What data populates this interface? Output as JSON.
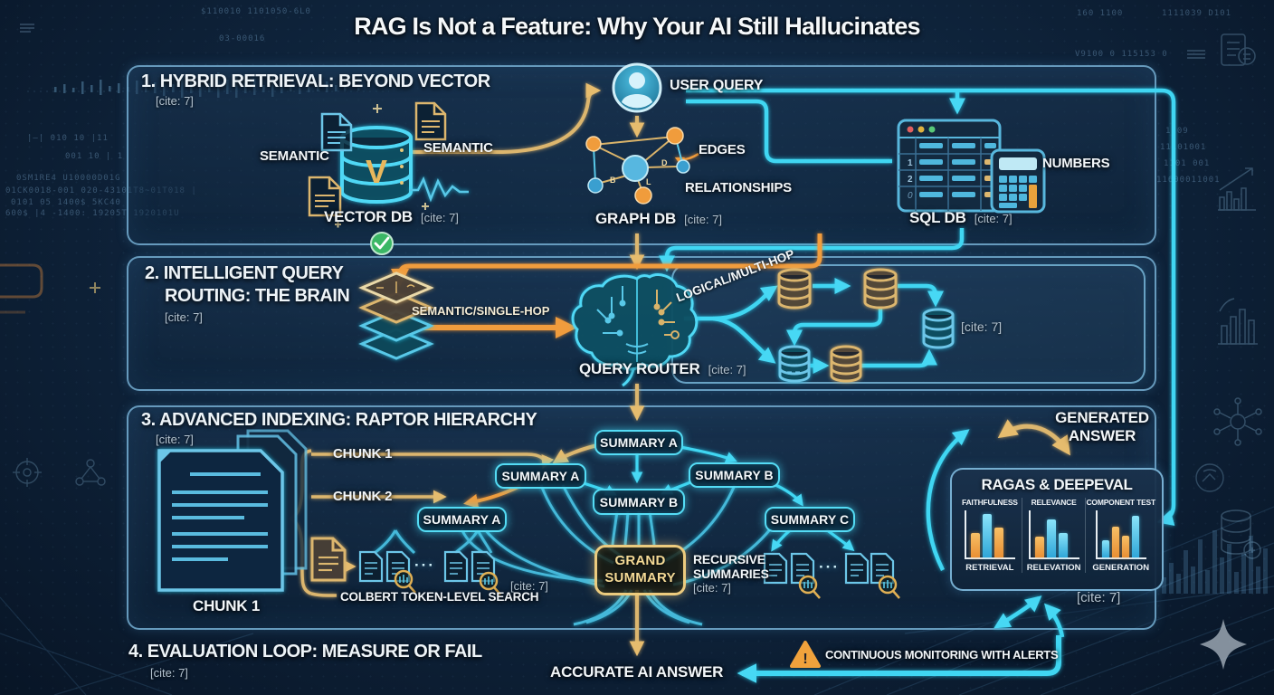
{
  "title": "RAG Is Not a Feature: Why Your AI Still Hallucinates",
  "common": {
    "cite": "[cite: 7]"
  },
  "sections": {
    "s1_heading": "1. HYBRID RETRIEVAL: BEYOND VECTOR",
    "s2_heading_line1": "2. INTELLIGENT QUERY",
    "s2_heading_line2": "ROUTING: THE BRAIN",
    "s3_heading": "3. ADVANCED INDEXING: RAPTOR HIERARCHY",
    "s4_heading": "4. EVALUATION LOOP: MEASURE OR FAIL"
  },
  "retrieval": {
    "semantic_left": "SEMANTIC",
    "semantic_right": "SEMANTIC",
    "vector_db": "VECTOR DB",
    "vector_letter": "V",
    "user_query": "USER QUERY",
    "edges": "EDGES",
    "relationships": "RELATIONSHIPS",
    "graph_db": "GRAPH DB",
    "edge_d": "D",
    "edge_b": "B",
    "edge_l": "L",
    "sql_db": "SQL DB",
    "numbers": "NUMBERS",
    "row_1": "1",
    "row_2": "2",
    "row_0": "0"
  },
  "routing": {
    "semantic_hop": "SEMANTIC/SINGLE-HOP",
    "logical_hop": "LOGICAL/MULTI-HOP",
    "query_router": "QUERY ROUTER"
  },
  "indexing": {
    "chunk1": "CHUNK 1",
    "chunk2": "CHUNK 2",
    "chunk_stack": "CHUNK 1",
    "summary_a": "SUMMARY A",
    "summary_b": "SUMMARY B",
    "summary_c": "SUMMARY C",
    "grand_line1": "GRAND",
    "grand_line2": "SUMMARY",
    "recursive_line1": "RECURSIVE",
    "recursive_line2": "SUMMARIES",
    "colbert": "COLBERT TOKEN-LEVEL SEARCH",
    "ellipsis": "···"
  },
  "evaluation": {
    "generated_line1": "GENERATED",
    "generated_line2": "ANSWER",
    "accurate": "ACCURATE AI ANSWER",
    "monitoring": "CONTINUOUS MONITORING WITH ALERTS",
    "warning_mark": "!"
  },
  "ragas_panel": {
    "title": "RAGAS & DEEPEVAL",
    "charts": [
      {
        "top": "FAITHFULNESS",
        "bottom": "RETRIEVAL",
        "bars": [
          {
            "c": "orange",
            "v": 52
          },
          {
            "c": "cyan",
            "v": 92
          },
          {
            "c": "orange",
            "v": 64
          }
        ]
      },
      {
        "top": "RELEVANCE",
        "bottom": "RELEVATION",
        "bars": [
          {
            "c": "orange",
            "v": 44
          },
          {
            "c": "cyan",
            "v": 80
          },
          {
            "c": "cyan",
            "v": 52
          }
        ]
      },
      {
        "top": "COMPONENT TEST",
        "bottom": "GENERATION",
        "bars": [
          {
            "c": "cyan",
            "v": 36
          },
          {
            "c": "orange",
            "v": 66
          },
          {
            "c": "orange",
            "v": 46
          },
          {
            "c": "cyan",
            "v": 88
          }
        ]
      }
    ]
  },
  "colors": {
    "cyan": "#3fd6f2",
    "gold": "#dcb66e",
    "orange": "#f09c3c",
    "bar_orange": "#f2a444",
    "bar_cyan": "#4cc8f0",
    "green": "#3bb765"
  },
  "deco": {
    "binary": [
      "$110010 1101050-6L0",
      "03-00016",
      "|—| 010 10 |11",
      "001 10 | 1",
      "0SM1RE4  U10000D01G",
      "01CK0018-001 020-43101T8~01T018 |",
      "0101 05 1400$ 5KC40",
      "600$ |4 -1400: 19205T 1920101U",
      "160 1100",
      "1111039  D101",
      "V9100 0  115153 0",
      "1109",
      "11101001",
      "1101 001",
      "11600011001"
    ]
  }
}
